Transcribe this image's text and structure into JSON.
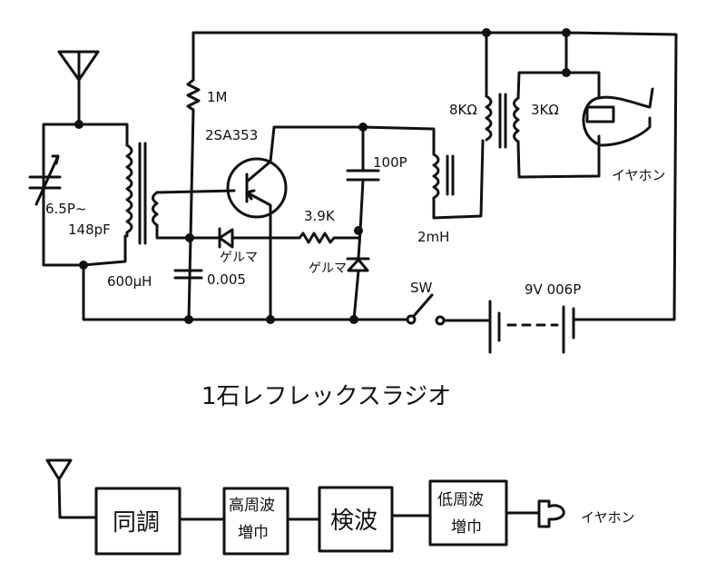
{
  "schematic": {
    "components": {
      "variable_capacitor": {
        "value_line1": "6.5P~",
        "value_line2": "148pF"
      },
      "antenna_coil": {
        "value": "600μH"
      },
      "bias_resistor": {
        "value": "1M"
      },
      "transistor": {
        "part": "2SA353"
      },
      "coupling_capacitor": {
        "value": "0.005"
      },
      "diode_1": {
        "label": "ゲルマ"
      },
      "diode_2": {
        "label": "ゲルマ"
      },
      "resistor_2": {
        "value": "3.9K"
      },
      "capacitor_2": {
        "value": "100P"
      },
      "rf_choke": {
        "value": "2mH"
      },
      "output_transformer": {
        "primary": "8KΩ",
        "secondary": "3KΩ"
      },
      "earphone": {
        "label": "イヤホン"
      },
      "switch": {
        "label": "SW"
      },
      "battery": {
        "label": "9V 006P"
      }
    }
  },
  "title": "1石レフレックスラジオ",
  "block_diagram": {
    "blocks": [
      {
        "line1": "同調",
        "line2": ""
      },
      {
        "line1": "高周波",
        "line2": "増巾"
      },
      {
        "line1": "検波",
        "line2": ""
      },
      {
        "line1": "低周波",
        "line2": "増巾"
      }
    ],
    "output_label": "イヤホン"
  }
}
